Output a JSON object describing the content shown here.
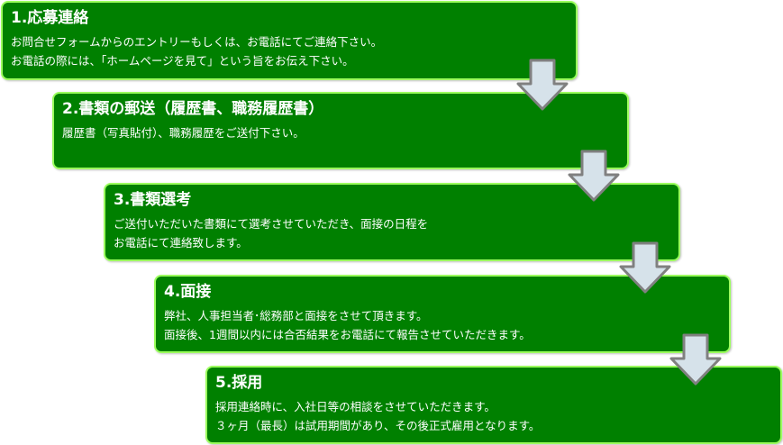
{
  "colors": {
    "box_fill": "#008000",
    "box_border": "#9cff5e",
    "text": "#ffffff",
    "arrow_fill": "#d6e2ea",
    "arrow_stroke": "#808080"
  },
  "arrow_icon": "down-arrow-icon",
  "steps": [
    {
      "title": "1.応募連絡",
      "lines": [
        "お問合せフォームからのエントリーもしくは、お電話にてご連絡下さい。",
        "お電話の際には、「ホームページを見て」という旨をお伝え下さい。"
      ]
    },
    {
      "title": "2.書類の郵送（履歴書、職務履歴書）",
      "lines": [
        "履歴書（写真貼付）、職務履歴をご送付下さい。"
      ]
    },
    {
      "title": "3.書類選考",
      "lines": [
        "ご送付いただいた書類にて選考させていただき、面接の日程を",
        "お電話にて連絡致します。"
      ]
    },
    {
      "title": "4.面接",
      "lines": [
        "弊社、人事担当者･総務部と面接をさせて頂きます。",
        "面接後、1週間以内には合否結果をお電話にて報告させていただきます。"
      ]
    },
    {
      "title": "5.採用",
      "lines": [
        "採用連絡時に、入社日等の相談をさせていただきます。",
        "３ヶ月（最長）は試用期間があり、その後正式雇用となります。"
      ]
    }
  ]
}
